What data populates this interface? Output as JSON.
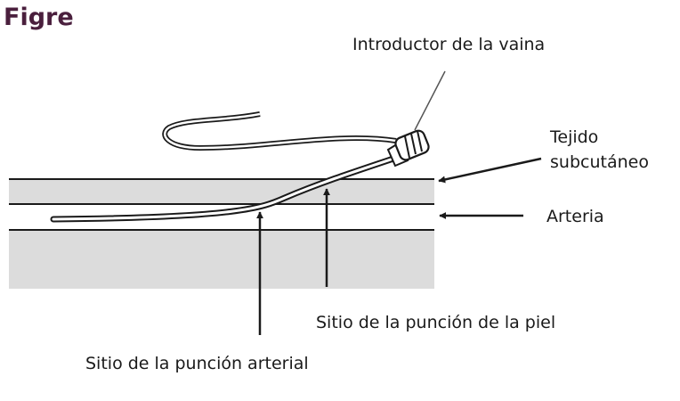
{
  "title": "Figre",
  "labels": {
    "sheath_introducer": "Introductor de la vaina",
    "subcutaneous_line1": "Tejido",
    "subcutaneous_line2": "subcutáneo",
    "artery": "Arteria",
    "skin_puncture": "Sitio de la punción de la piel",
    "arterial_puncture": "Sitio de la punción arterial"
  },
  "colors": {
    "title": "#4a1f3d",
    "tissue_fill": "#dcdcdc",
    "line": "#1a1a1a"
  }
}
